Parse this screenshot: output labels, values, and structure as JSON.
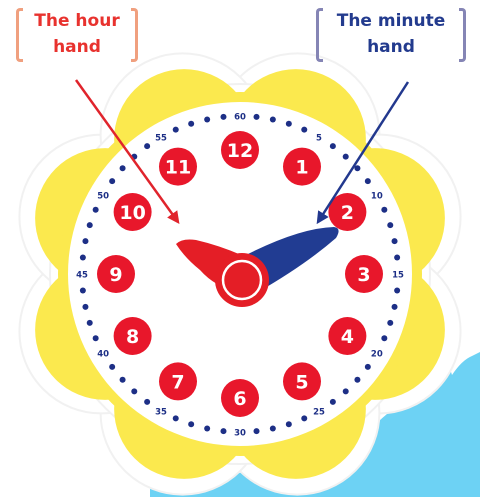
{
  "callouts": {
    "hour": "The hour hand",
    "minute": "The minute hand"
  },
  "hour_numbers": [
    "12",
    "1",
    "2",
    "3",
    "4",
    "5",
    "6",
    "7",
    "8",
    "9",
    "10",
    "11"
  ],
  "minute_labels": [
    "60",
    "5",
    "10",
    "15",
    "20",
    "25",
    "30",
    "35",
    "40",
    "45",
    "50",
    "55"
  ],
  "colors": {
    "flower_yellow": "#fbe94e",
    "flower_rim": "#ffffff",
    "dial": "#ffffff",
    "number_disc": "#e8172b",
    "minute_dots": "#1d2f86",
    "hour_hand": "#e41e26",
    "minute_hand": "#213c92",
    "hour_arrow": "#e0242c",
    "minute_arrow": "#22388e",
    "background_blob": "#6dd2f4"
  },
  "clock": {
    "hour_hand_position": 9.55,
    "minute_hand_position_minutes": 11.5
  }
}
